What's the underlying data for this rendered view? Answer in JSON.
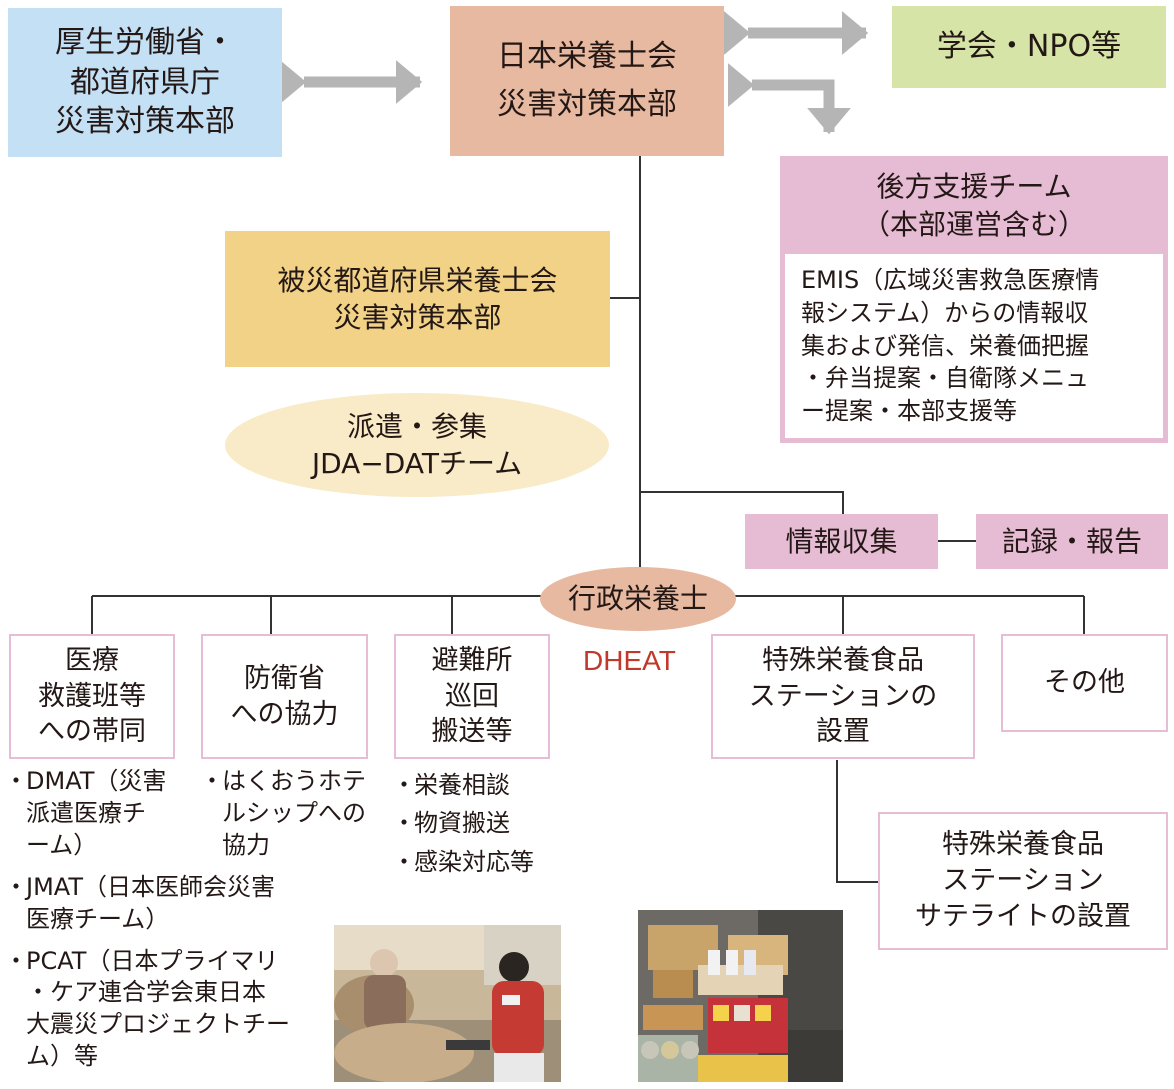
{
  "nodes": {
    "ministry": {
      "lines": [
        "厚生労働省・",
        "都道府県庁",
        "災害対策本部"
      ],
      "color": "#c4e0f5"
    },
    "jda_hq": {
      "lines": [
        "日本栄養士会",
        "災害対策本部"
      ],
      "color": "#e7b9a0"
    },
    "academia": {
      "lines": [
        "学会・NPO等"
      ],
      "color": "#d6e5a7"
    },
    "backup_team": {
      "lines": [
        "後方支援チーム",
        "（本部運営含む）"
      ],
      "color": "#e6bcd5"
    },
    "backup_detail": {
      "lines": [
        "EMIS（広域災害救急医療情",
        "報システム）からの情報収",
        "集および発信、栄養価把握",
        "・弁当提案・自衛隊メニュ",
        "ー提案・本部支援等"
      ]
    },
    "prefecture_hq": {
      "lines": [
        "被災都道府県栄養士会",
        "災害対策本部"
      ],
      "color": "#f1d286"
    },
    "jda_dat": {
      "lines": [
        "派遣・参集",
        "JDA−DATチーム"
      ],
      "color": "#f9ebc7"
    },
    "info_collection": {
      "lines": [
        "情報収集"
      ],
      "color": "#e6bcd5"
    },
    "record_report": {
      "lines": [
        "記録・報告"
      ],
      "color": "#e6bcd5"
    },
    "admin_dietitian": {
      "lines": [
        "行政栄養士"
      ],
      "color": "#e7b9a0"
    },
    "dheat": {
      "text": "DHEAT",
      "color": "#c0392b"
    },
    "medical": {
      "lines": [
        "医療",
        "救護班等",
        "への帯同"
      ]
    },
    "sdf": {
      "lines": [
        "防衛省",
        "への協力"
      ]
    },
    "shelter": {
      "lines": [
        "避難所",
        "巡回",
        "搬送等"
      ]
    },
    "food_station": {
      "lines": [
        "特殊栄養食品",
        "ステーションの",
        "設置"
      ]
    },
    "other": {
      "lines": [
        "その他"
      ]
    },
    "satellite": {
      "lines": [
        "特殊栄養食品",
        "ステーション",
        "サテライトの設置"
      ]
    }
  },
  "lists": {
    "medical": [
      "DMAT（災害派遣医療チーム）",
      "JMAT（日本医師会災害医療チーム）",
      "PCAT（日本プライマリ・ケア連合学会東日本大震災プロジェクトチーム）等"
    ],
    "medical_lines": [
      [
        "DMAT（災害",
        "派遣医療チ",
        "ーム）"
      ],
      [
        "JMAT（日本医師会災害",
        "医療チーム）"
      ],
      [
        "PCAT（日本プライマリ",
        "・ケア連合学会東日本",
        "大震災プロジェクトチー",
        "ム）等"
      ]
    ],
    "sdf": [
      "はくおうホテルシップへの協力"
    ],
    "sdf_lines": [
      [
        "はくおうホテ",
        "ルシップへの",
        "協力"
      ]
    ],
    "shelter": [
      "栄養相談",
      "物資搬送",
      "感染対応等"
    ],
    "bullet": "・"
  },
  "colors": {
    "arrow": "#b5b5b5",
    "connector": "#333333",
    "white_box_border": "#e7bcd5"
  }
}
